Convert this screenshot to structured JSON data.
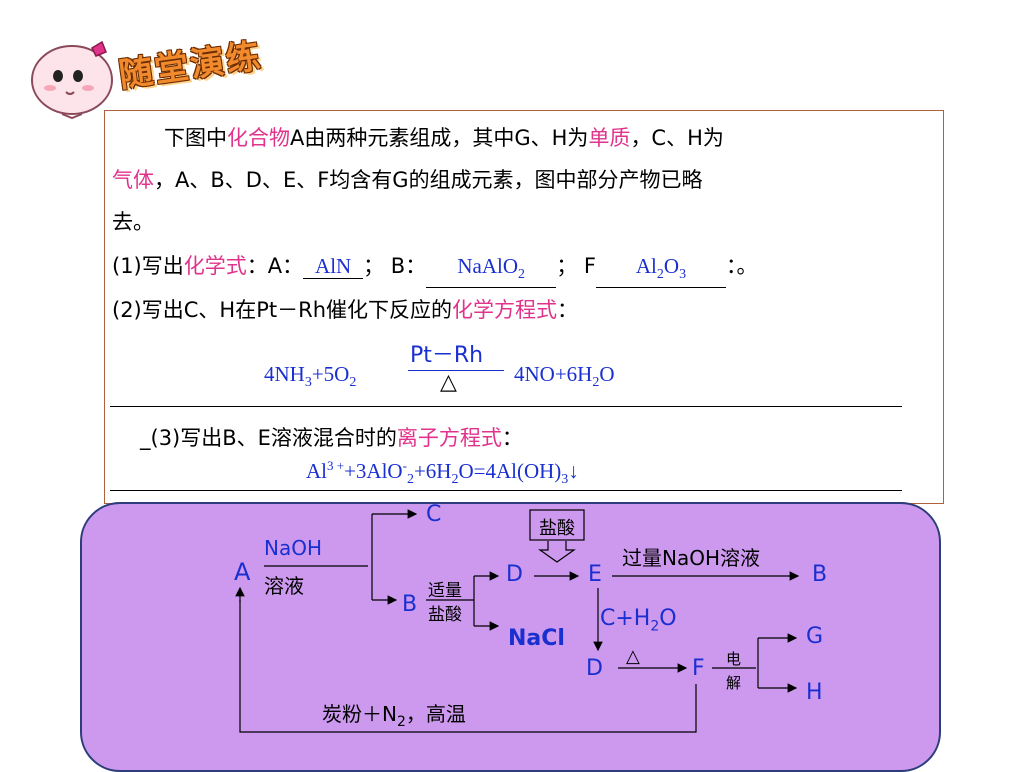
{
  "header": {
    "banner_text": "随堂演练"
  },
  "question": {
    "line1": {
      "a": "下图中",
      "b": "化合物",
      "c": "A由两种元素组成，其中G、H为",
      "d": "单质",
      "e": "，C、H为"
    },
    "line2": {
      "a": "气体",
      "b": "，A、B、D、E、F均含有G的组成元素，图中部分产物已略"
    },
    "line3": "去。",
    "part1": {
      "prefix": "(1)写出",
      "term": "化学式",
      "label_a": "：A：",
      "ans_a": "AlN",
      "label_b": "；  B：",
      "ans_b": "NaAlO",
      "ans_b_sub": "2",
      "label_f": "；  F",
      "ans_f": "Al",
      "ans_f_sub1": "2",
      "ans_f_o": "O",
      "ans_f_sub2": "3",
      "end": "：。"
    },
    "part2": {
      "prefix": "(2)写出C、H在Pt－Rh催化下反应的",
      "term": "化学方程式",
      "end": "："
    },
    "eq2": {
      "left": "4NH",
      "left_sub1": "3",
      "left_mid": "+5O",
      "left_sub2": "2",
      "cond_top": "Pt－Rh",
      "cond_bottom": "△",
      "right_a": "4NO+6H",
      "right_sub": "2",
      "right_b": "O"
    },
    "part3": {
      "dash": "_",
      "prefix": "(3)写出B、E溶液混合时的",
      "term": "离子方程式",
      "end": "："
    },
    "eq3": {
      "a": "Al",
      "sup1": "3 +",
      "b": "+3AlO",
      "sup2": "-",
      "sub2": "2",
      "c": "+6H",
      "sub3": "2",
      "d": "O=4Al(OH)",
      "sub4": "3",
      "e": "↓"
    }
  },
  "diagram": {
    "A": "A",
    "C": "C",
    "B1": "B",
    "D1": "D",
    "E": "E",
    "B2": "B",
    "NaCl": "NaCl",
    "D2": "D",
    "F": "F",
    "G": "G",
    "H": "H",
    "naoh_top": "NaOH",
    "naoh_bottom": "溶液",
    "hcl_small_top": "适量",
    "hcl_small_bottom": "盐酸",
    "hcl_box": "盐酸",
    "excess_naoh": "过量NaOH溶液",
    "c_h2o": "C+H",
    "c_h2o_sub": "2",
    "c_h2o_end": "O",
    "heat": "△",
    "elec_top": "电",
    "elec_bottom": "解",
    "carbon": "炭粉＋N",
    "carbon_sub": "2",
    "carbon_end": "，高温"
  },
  "colors": {
    "panel_bg": "#cc99ee",
    "banner": "#f08a2c",
    "pink_term": "#e0338c",
    "blue": "#1a2fd0"
  }
}
